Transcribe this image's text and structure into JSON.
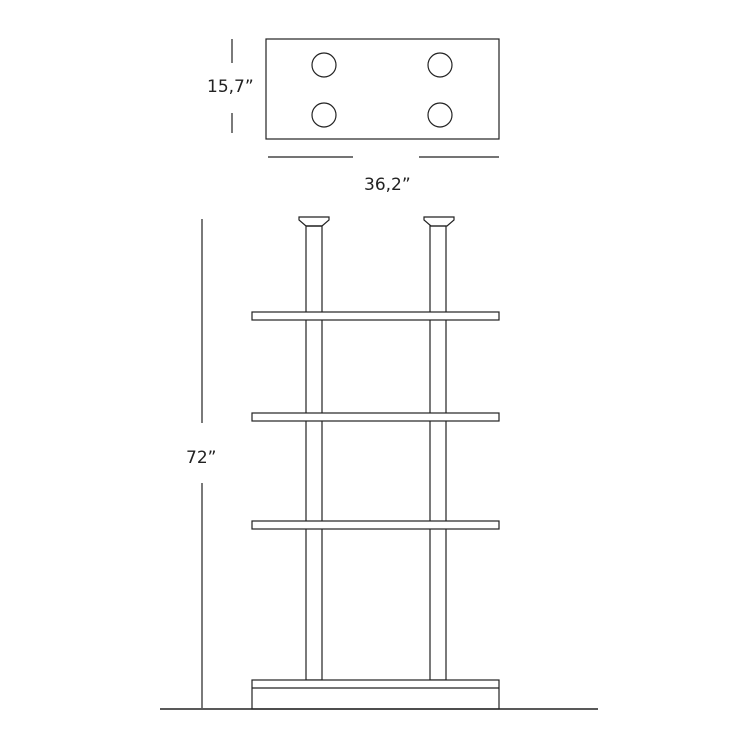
{
  "dimensions": {
    "depth": "15,7”",
    "width": "36,2”",
    "height": "72”"
  },
  "colors": {
    "stroke": "#222222",
    "background": "#ffffff"
  }
}
